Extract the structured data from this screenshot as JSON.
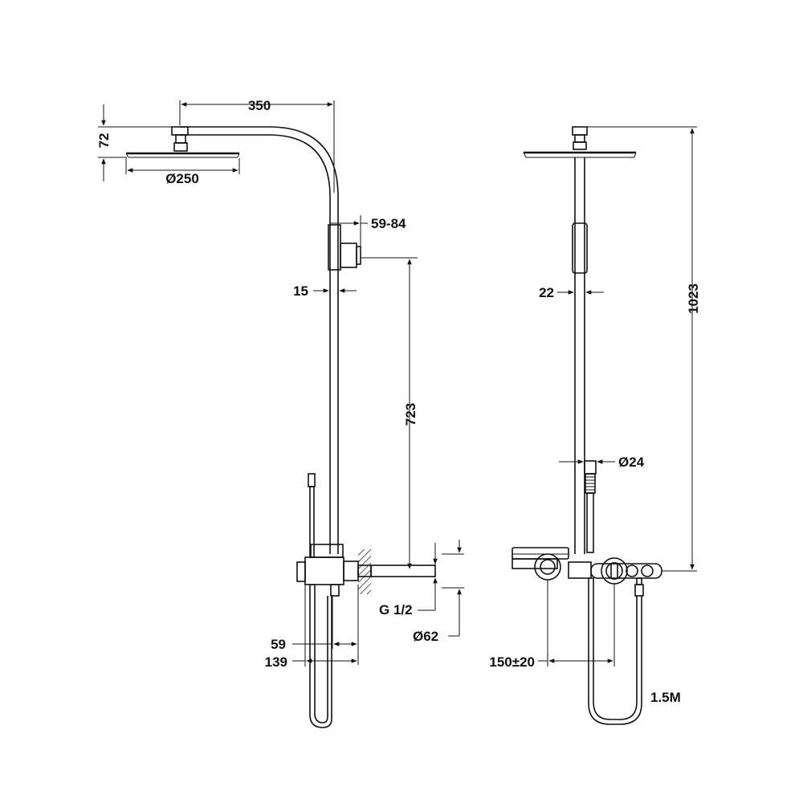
{
  "diagram": {
    "labels": {
      "arm_length": "350",
      "head_height": "72",
      "head_diameter": "Ø250",
      "holder_range": "59-84",
      "pipe_width_side": "15",
      "pipe_height": "723",
      "inlet_thread": "G 1/2",
      "flange_diameter": "Ø62",
      "depth_short": "59",
      "depth_long": "139",
      "pipe_width_front": "22",
      "total_height": "1023",
      "handset_diameter": "Ø24",
      "center_distance": "150±20",
      "hose_length": "1.5M"
    }
  }
}
